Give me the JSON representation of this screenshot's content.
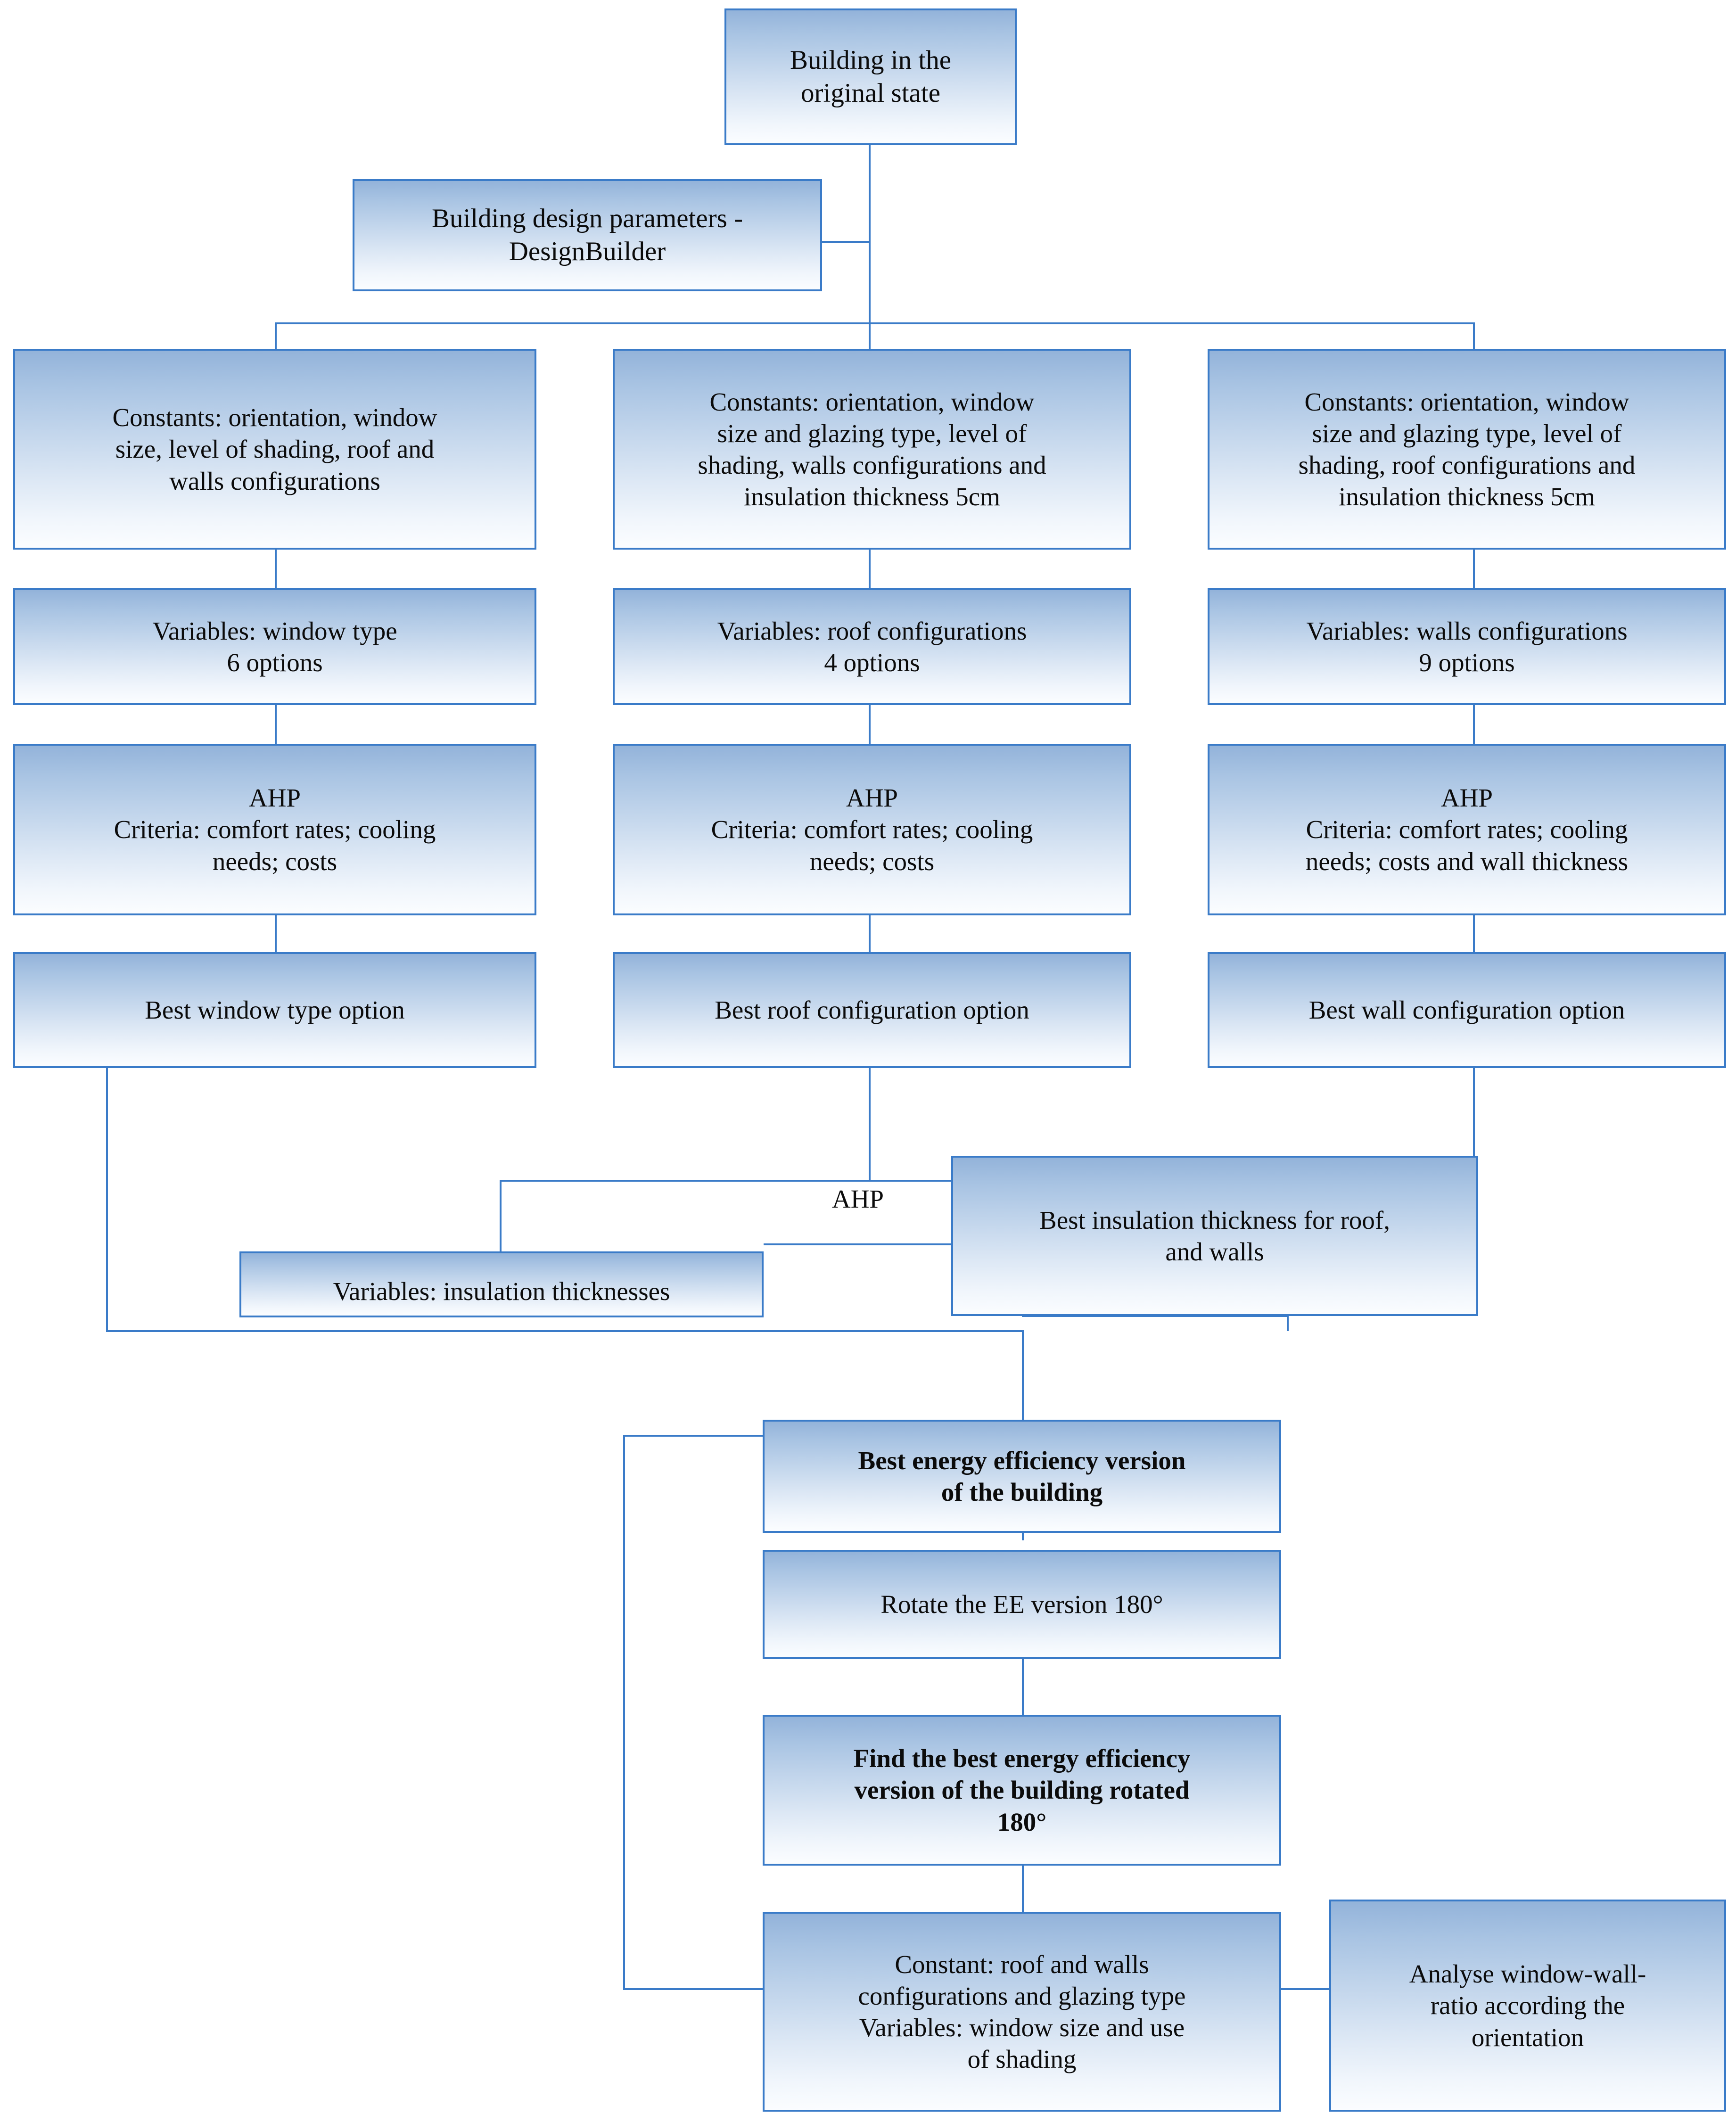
{
  "diagram": {
    "title": "Building energy efficiency optimisation methodology flowchart",
    "accent_color": "#3a7bc8",
    "box_fill_top": "#93b3da",
    "box_fill_bottom": "#fbfdff",
    "text_color": "#0b0b0b"
  },
  "nodes": {
    "original_state": "Building in the\noriginal state",
    "design_parameters": "Building design parameters -\nDesignBuilder",
    "constants_window": "Constants: orientation, window\nsize, level of shading, roof and\nwalls configurations",
    "constants_roof": "Constants: orientation, window\nsize and glazing type, level of\nshading, walls configurations and\ninsulation thickness 5cm",
    "constants_walls": "Constants: orientation, window\nsize and glazing type, level of\nshading, roof configurations and\ninsulation thickness 5cm",
    "variables_window": "Variables: window type\n6 options",
    "variables_roof": "Variables: roof configurations\n4 options",
    "variables_walls": "Variables: walls configurations\n9 options",
    "ahp_window": "AHP\nCriteria: comfort rates; cooling\nneeds; costs",
    "ahp_roof": "AHP\nCriteria: comfort rates; cooling\nneeds; costs",
    "ahp_walls": "AHP\nCriteria: comfort rates; cooling\nneeds; costs and wall thickness",
    "best_window": "Best window type option",
    "best_roof": "Best roof configuration option",
    "best_wall": "Best wall configuration option",
    "variables_insulation": "Variables: insulation thicknesses",
    "ahp_insulation_label": "AHP",
    "best_insulation": "Best insulation thickness for roof,\nand walls",
    "best_ee_version": "Best energy efficiency version\nof the building",
    "rotate_180": "Rotate the EE version 180°",
    "find_best_rotated": "Find the best energy efficiency\nversion of the building rotated\n180°",
    "constant_wwr": "Constant: roof and walls\nconfigurations and glazing type\nVariables: window size and use\nof shading",
    "analyse_wwr": "Analyse window-wall-\nratio according the\norientation"
  }
}
